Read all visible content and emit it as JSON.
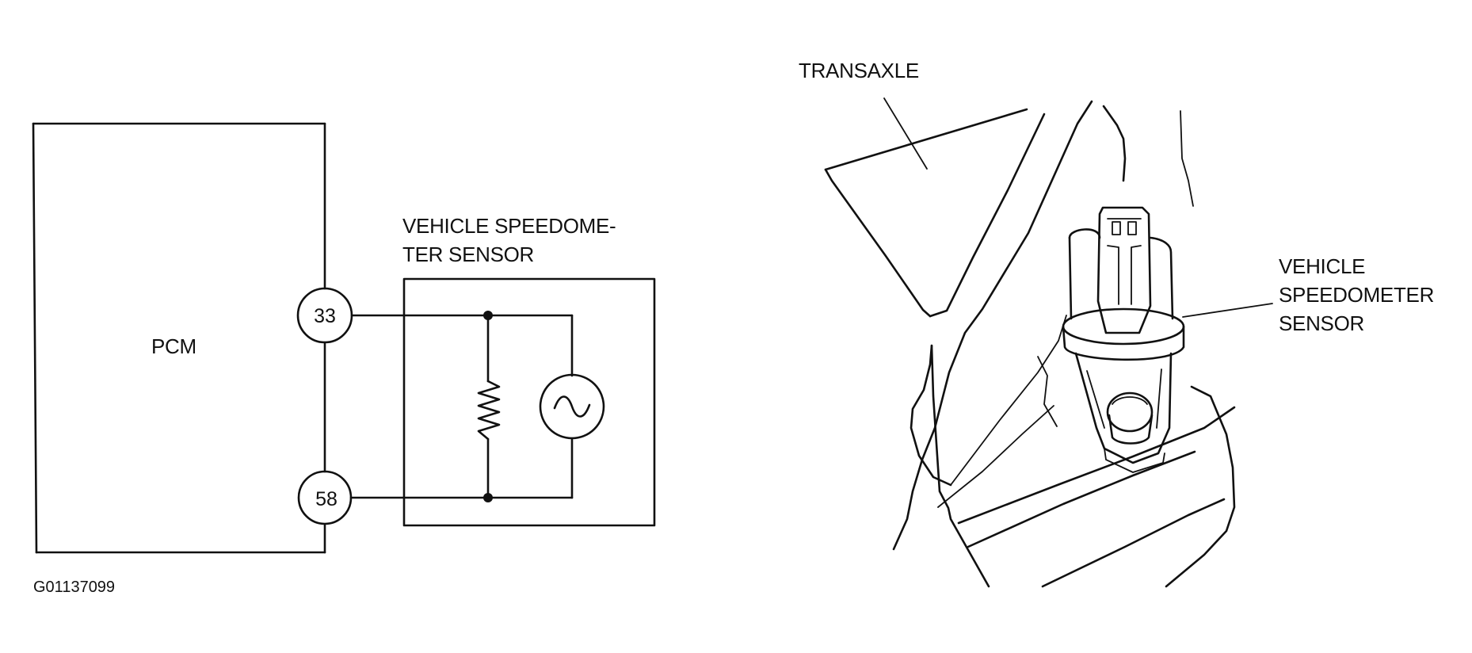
{
  "schematic": {
    "module_label": "PCM",
    "sensor_label_line1": "VEHICLE SPEEDOME-",
    "sensor_label_line2": "TER SENSOR",
    "terminals": [
      "33",
      "58"
    ]
  },
  "illustration": {
    "transaxle_label": "TRANSAXLE",
    "sensor_label_lines": [
      "VEHICLE",
      "SPEEDOMETER",
      "SENSOR"
    ]
  },
  "figure_code": "G01137099"
}
